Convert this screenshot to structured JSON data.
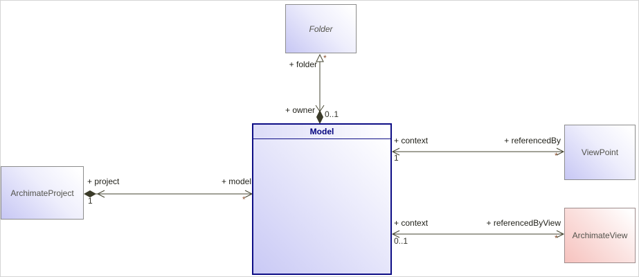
{
  "diagram_type": "uml-class-diagram",
  "classes": {
    "folder": {
      "label": "Folder",
      "abstract": true,
      "fill": "#c7c7f4"
    },
    "model": {
      "label": "Model",
      "fill": "#c9c9f5",
      "border": "#0d0d85",
      "title_color": "#00007d"
    },
    "archimate_project": {
      "label": "ArchimateProject",
      "fill": "#c7c7f4"
    },
    "viewpoint": {
      "label": "ViewPoint",
      "fill": "#c7c7f4"
    },
    "archimate_view": {
      "label": "ArchimateView",
      "fill": "#f6c2be"
    }
  },
  "edges": {
    "model_folder": {
      "kind": "composition",
      "folder_role": "+ folder",
      "folder_mult": "*",
      "owner_role": "+ owner",
      "owner_mult": "0..1"
    },
    "project_model": {
      "kind": "composition",
      "project_role": "+ project",
      "project_mult": "1",
      "model_role": "+ model",
      "model_mult": "*"
    },
    "model_viewpoint": {
      "kind": "association",
      "context_role": "+ context",
      "context_mult": "1",
      "referenced_role": "+ referencedBy",
      "referenced_mult": "*"
    },
    "model_archimate_view": {
      "kind": "association",
      "context_role": "+ context",
      "context_mult": "0..1",
      "referenced_role": "+ referencedByView",
      "referenced_mult": "*"
    }
  },
  "colors": {
    "line": "#43432f",
    "navy_border": "#0d0d85",
    "gray_border": "#8c8c8c",
    "blue_fill": "#c7c7f4",
    "pink_fill": "#f6c2be",
    "label_text": "#21211a",
    "class_text": "#52524b"
  }
}
